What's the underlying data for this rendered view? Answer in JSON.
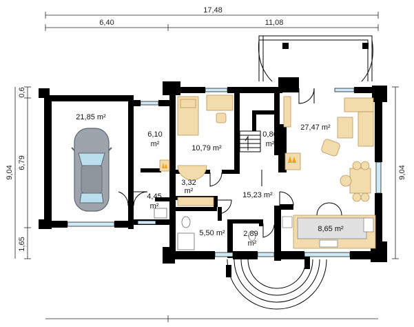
{
  "dimensions": {
    "top_total": "17,48",
    "top_left": "6,40",
    "top_right": "11,08",
    "left_total": "9,04",
    "left_mid": "6,79",
    "left_top": "0,6",
    "left_bottom": "1,65",
    "right_total": "9,04"
  },
  "rooms": [
    {
      "id": "garage",
      "value": "21,85",
      "unit": "m²"
    },
    {
      "id": "boiler",
      "value": "6,10",
      "unit": "m²"
    },
    {
      "id": "bedroom",
      "value": "10,79",
      "unit": "m²"
    },
    {
      "id": "closet",
      "value": "0,86",
      "unit": "m²"
    },
    {
      "id": "living",
      "value": "27,47",
      "unit": "m²"
    },
    {
      "id": "utility",
      "value": "4,45",
      "unit": "m²"
    },
    {
      "id": "hall-small",
      "value": "3,32",
      "unit": "m²"
    },
    {
      "id": "hall",
      "value": "15,23",
      "unit": "m²"
    },
    {
      "id": "bathroom",
      "value": "5,50",
      "unit": "m²"
    },
    {
      "id": "wc",
      "value": "2,89",
      "unit": "m²"
    },
    {
      "id": "kitchen",
      "value": "8,65",
      "unit": "m²"
    }
  ],
  "colors": {
    "wall": "#000000",
    "furniture": "#f3dcab",
    "furniture_stroke": "#b8945a",
    "car_body": "#9ea4ab",
    "car_glass": "#b9dfee",
    "window_glass": "#cfe9f5",
    "fire": "#f2a21a"
  }
}
